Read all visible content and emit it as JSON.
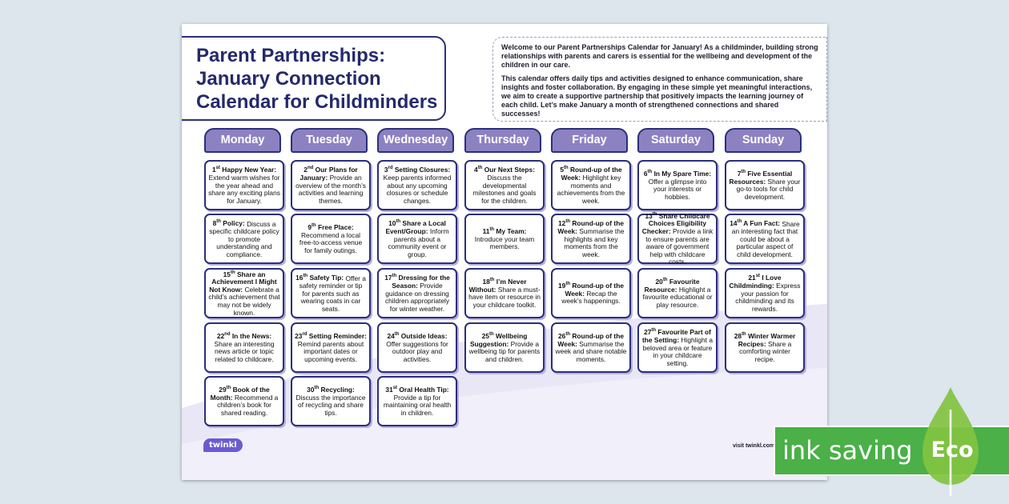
{
  "title": {
    "lines": [
      "Parent Partnerships:",
      "January Connection",
      "Calendar for Childminders"
    ]
  },
  "intro": {
    "p1": "Welcome to our Parent Partnerships Calendar for January! As a childminder, building strong relationships with parents and carers is essential for the wellbeing and development of the children in our care.",
    "p2": "This calendar offers daily tips and activities designed to enhance communication, share insights and foster collaboration. By engaging in these simple yet meaningful interactions, we aim to create a supportive partnership that positively impacts the learning journey of each child. Let’s make January a month of strengthened connections and shared successes!"
  },
  "days": [
    "Monday",
    "Tuesday",
    "Wednesday",
    "Thursday",
    "Friday",
    "Saturday",
    "Sunday"
  ],
  "cells": [
    {
      "num": "1",
      "suf": "st",
      "head": "Happy New Year:",
      "body": "Extend warm wishes for the year ahead and share any exciting plans for January."
    },
    {
      "num": "2",
      "suf": "nd",
      "head": "Our Plans for January:",
      "body": "Provide an overview of the month’s activities and learning themes."
    },
    {
      "num": "3",
      "suf": "rd",
      "head": "Setting Closures:",
      "body": "Keep parents informed about any upcoming closures or schedule changes."
    },
    {
      "num": "4",
      "suf": "th",
      "head": "Our Next Steps:",
      "body": "Discuss the developmental milestones and goals for the children."
    },
    {
      "num": "5",
      "suf": "th",
      "head": "Round-up of the Week:",
      "body": "Highlight key moments and achievements from the week."
    },
    {
      "num": "6",
      "suf": "th",
      "head": "In My Spare Time:",
      "body": "Offer a glimpse into your interests or hobbies."
    },
    {
      "num": "7",
      "suf": "th",
      "head": "Five Essential Resources:",
      "body": "Share your go-to tools for child development."
    },
    {
      "num": "8",
      "suf": "th",
      "head": "Policy:",
      "body": "Discuss a specific childcare policy to promote understanding and compliance."
    },
    {
      "num": "9",
      "suf": "th",
      "head": "Free Place:",
      "body": "Recommend a local free-to-access venue for family outings."
    },
    {
      "num": "10",
      "suf": "th",
      "head": "Share a Local Event/Group:",
      "body": "Inform parents about a community event or group."
    },
    {
      "num": "11",
      "suf": "th",
      "head": "My Team:",
      "body": "Introduce your team members."
    },
    {
      "num": "12",
      "suf": "th",
      "head": "Round-up of the Week:",
      "body": "Summarise the highlights and key moments from the week."
    },
    {
      "num": "13",
      "suf": "th",
      "head": "Share Childcare Choices Eligibility Checker:",
      "body": "Provide a link to ensure parents are aware of government help with childcare costs."
    },
    {
      "num": "14",
      "suf": "th",
      "head": "A Fun Fact:",
      "body": "Share an interesting fact that could be about a particular aspect of child development."
    },
    {
      "num": "15",
      "suf": "th",
      "head": "Share an Achievement I Might Not Know:",
      "body": "Celebrate a child’s achievement that may not be widely known."
    },
    {
      "num": "16",
      "suf": "th",
      "head": "Safety Tip:",
      "body": "Offer a safety reminder or tip for parents such as wearing coats in car seats."
    },
    {
      "num": "17",
      "suf": "th",
      "head": "Dressing for the Season:",
      "body": "Provide guidance on dressing children appropriately for winter weather."
    },
    {
      "num": "18",
      "suf": "th",
      "head": "I’m Never Without:",
      "body": "Share a must-have item or resource in your childcare toolkit."
    },
    {
      "num": "19",
      "suf": "th",
      "head": "Round-up of the Week:",
      "body": "Recap the week’s happenings."
    },
    {
      "num": "20",
      "suf": "th",
      "head": "Favourite Resource:",
      "body": "Highlight a favourite educational or play resource."
    },
    {
      "num": "21",
      "suf": "st",
      "head": "I Love Childminding:",
      "body": "Express your passion for childminding and its rewards."
    },
    {
      "num": "22",
      "suf": "nd",
      "head": "In the News:",
      "body": "Share an interesting news article or topic related to childcare."
    },
    {
      "num": "23",
      "suf": "rd",
      "head": "Setting Reminder:",
      "body": "Remind parents about important dates or upcoming events."
    },
    {
      "num": "24",
      "suf": "th",
      "head": "Outside Ideas:",
      "body": "Offer suggestions for outdoor play and activities."
    },
    {
      "num": "25",
      "suf": "th",
      "head": "Wellbeing Suggestion:",
      "body": "Provide a wellbeing tip for parents and children."
    },
    {
      "num": "26",
      "suf": "th",
      "head": "Round-up of the Week:",
      "body": "Summarise the week and share notable moments."
    },
    {
      "num": "27",
      "suf": "th",
      "head": "Favourite Part of the Setting:",
      "body": "Highlight a beloved area or feature in your childcare setting."
    },
    {
      "num": "28",
      "suf": "th",
      "head": "Winter Warmer Recipes:",
      "body": "Share a comforting winter recipe."
    },
    {
      "num": "29",
      "suf": "th",
      "head": "Book of the Month:",
      "body": "Recommend a children’s book for shared reading."
    },
    {
      "num": "30",
      "suf": "th",
      "head": "Recycling:",
      "body": "Discuss the importance of recycling and share tips."
    },
    {
      "num": "31",
      "suf": "st",
      "head": "Oral Health Tip:",
      "body": "Provide a tip for maintaining oral health in children."
    }
  ],
  "footer": {
    "logo": "twinkl",
    "visit": "visit twinkl.com"
  },
  "eco_badge": {
    "text": "ink saving",
    "word": "Eco",
    "color": "#4ab047"
  }
}
